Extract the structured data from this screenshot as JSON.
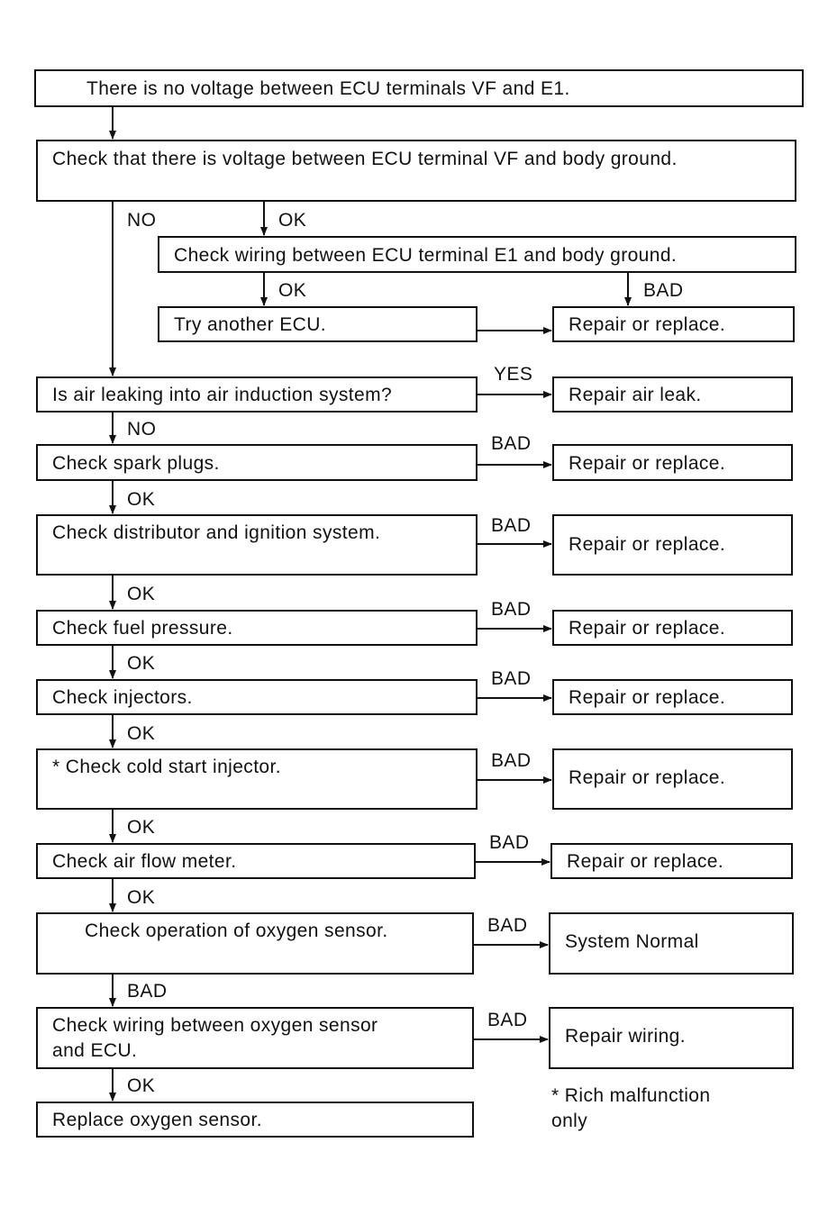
{
  "boxes": {
    "start": "There is no voltage between ECU terminals VF and E1.",
    "check_vf": "Check that there is voltage between ECU terminal VF and body ground.",
    "check_e1": "Check wiring between ECU terminal E1 and body ground.",
    "try_ecu": "Try another ECU.",
    "repair_ecu": "Repair or replace.",
    "air_leak": "Is air leaking into air induction system?",
    "repair_air_leak": "Repair air leak.",
    "spark_plugs": "Check spark plugs.",
    "repair_spark": "Repair or replace.",
    "distributor": "Check distributor and ignition system.",
    "repair_distributor": "Repair or replace.",
    "fuel_pressure": "Check fuel pressure.",
    "repair_fuel": "Repair or replace.",
    "injectors": "Check injectors.",
    "repair_injectors": "Repair or replace.",
    "cold_start": "*  Check cold start injector.",
    "repair_cold_start": "Repair or replace.",
    "air_flow": "Check air flow meter.",
    "repair_air_flow": "Repair or replace.",
    "oxygen_op": "Check operation of oxygen sensor.",
    "system_normal": "System Normal",
    "oxygen_wiring": "Check wiring between oxygen sensor\nand ECU.",
    "repair_wiring": "Repair wiring.",
    "replace_oxygen": "Replace oxygen sensor."
  },
  "labels": {
    "no_1": "NO",
    "ok_1": "OK",
    "ok_2": "OK",
    "bad_1": "BAD",
    "yes_1": "YES",
    "no_2": "NO",
    "bad_2": "BAD",
    "ok_3": "OK",
    "bad_3": "BAD",
    "ok_4": "OK",
    "bad_4": "BAD",
    "ok_5": "OK",
    "bad_5": "BAD",
    "ok_6": "OK",
    "bad_6": "BAD",
    "ok_7": "OK",
    "bad_7": "BAD",
    "ok_8": "OK",
    "bad_8": "BAD",
    "bad_9": "BAD",
    "bad_10": "BAD",
    "ok_9": "OK"
  },
  "footnote": "* Rich malfunction\n  only"
}
